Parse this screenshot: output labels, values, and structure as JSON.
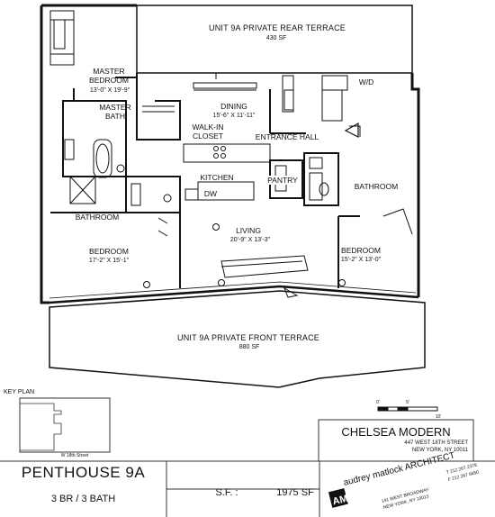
{
  "plan": {
    "rear_terrace": {
      "name": "UNIT 9A PRIVATE REAR TERRACE",
      "area": "430 SF"
    },
    "front_terrace": {
      "name": "UNIT 9A PRIVATE FRONT TERRACE",
      "area": "880 SF"
    },
    "master_bedroom": {
      "name": "MASTER BEDROOM",
      "dims": "13'-0\" X 19'-9\""
    },
    "master_bath": {
      "name": "MASTER BATH"
    },
    "walk_in_closet": {
      "name": "WALK-IN CLOSET"
    },
    "dining": {
      "name": "DINING",
      "dims": "15'-6\" X 11'-11\""
    },
    "entrance_hall": {
      "name": "ENTRANCE HALL"
    },
    "wd": {
      "name": "W/D"
    },
    "kitchen": {
      "name": "KITCHEN"
    },
    "dw": {
      "name": "DW"
    },
    "pantry": {
      "name": "PANTRY"
    },
    "bathroom_right": {
      "name": "BATHROOM"
    },
    "bathroom_left": {
      "name": "BATHROOM"
    },
    "living": {
      "name": "LIVING",
      "dims": "20'-9\" X 13'-3\""
    },
    "bedroom_left": {
      "name": "BEDROOM",
      "dims": "17'-2\" X 15'-1\""
    },
    "bedroom_right": {
      "name": "BEDROOM",
      "dims": "15'-2\" X 13'-0\""
    }
  },
  "key_plan": {
    "title": "KEY PLAN",
    "street": "W 18th Street"
  },
  "scale_bar": {
    "labels": [
      "0'",
      "5'",
      "10'"
    ]
  },
  "building": {
    "name": "CHELSEA MODERN",
    "address_line1": "447 WEST 18TH STREET",
    "address_line2": "NEW YORK, NY 10011"
  },
  "unit": {
    "name": "PENTHOUSE 9A",
    "rooms": "3 BR / 3 BATH",
    "sf_label": "S.F. :",
    "sf_value": "1975 SF"
  },
  "architect": {
    "logo_letters": "AM",
    "name": "audrey matlock ARCHITECT",
    "address_line1": "141 WEST BROADWAY",
    "address_line2": "NEW YORK, NY 10013",
    "phone": "T 212 267 2378",
    "fax": "F 212 267 6650"
  }
}
